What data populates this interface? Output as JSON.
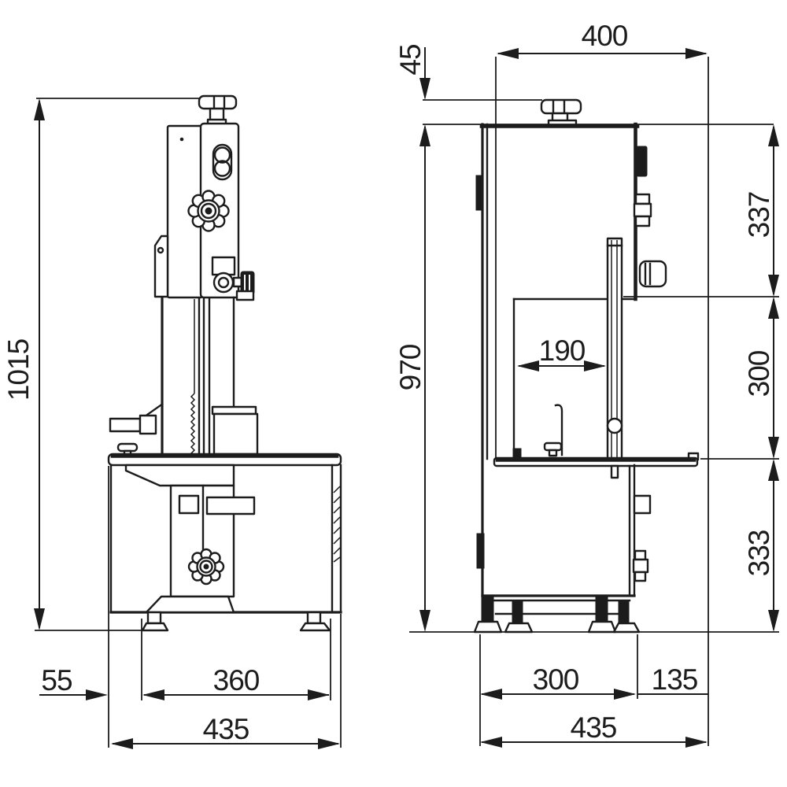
{
  "title": "Band saw two-view dimensional drawing",
  "colors": {
    "line": "#1c1c1c",
    "background": "#ffffff"
  },
  "dims": {
    "front_total_height": "1015",
    "front_left_offset": "55",
    "front_base_width": "360",
    "front_total_width": "435",
    "side_knob_height": "45",
    "side_top_depth": "400",
    "side_body_height": "970",
    "side_upper_height": "337",
    "side_throat_depth": "190",
    "side_cut_height": "300",
    "side_lower_height": "333",
    "side_base_depth": "300",
    "side_rear_offset": "135",
    "side_total_depth": "435"
  }
}
